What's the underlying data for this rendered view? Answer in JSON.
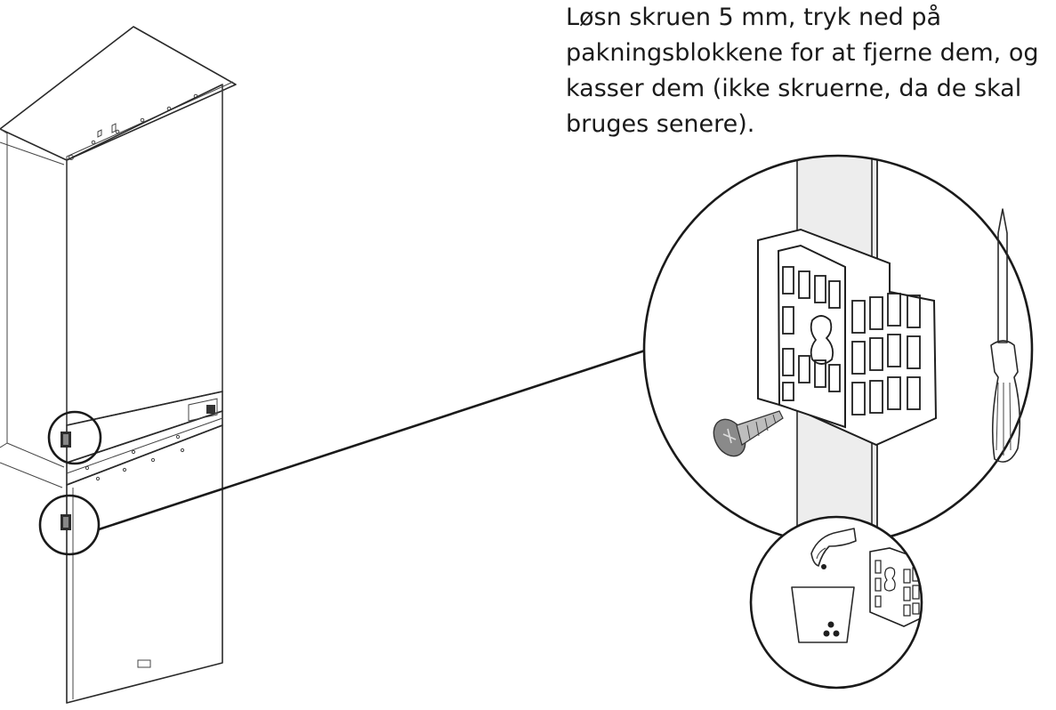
{
  "instruction": {
    "lines": [
      "Løsn skruen 5 mm, tryk ned på",
      "pakningsblokkene for at fjerne dem, og",
      "kasser dem (ikke skruerne, da de skal",
      "bruges senere)."
    ]
  },
  "colors": {
    "line": "#2a2a2a",
    "panel_shade": "#ededed",
    "screw": "#8a8a8a"
  },
  "icons": {
    "appliance": "fridge-freezer-icon",
    "tool": "screwdriver-icon",
    "fastener": "screw-icon",
    "part": "packing-block-icon",
    "hand": "hand-icon",
    "bin": "trash-bin-icon"
  }
}
